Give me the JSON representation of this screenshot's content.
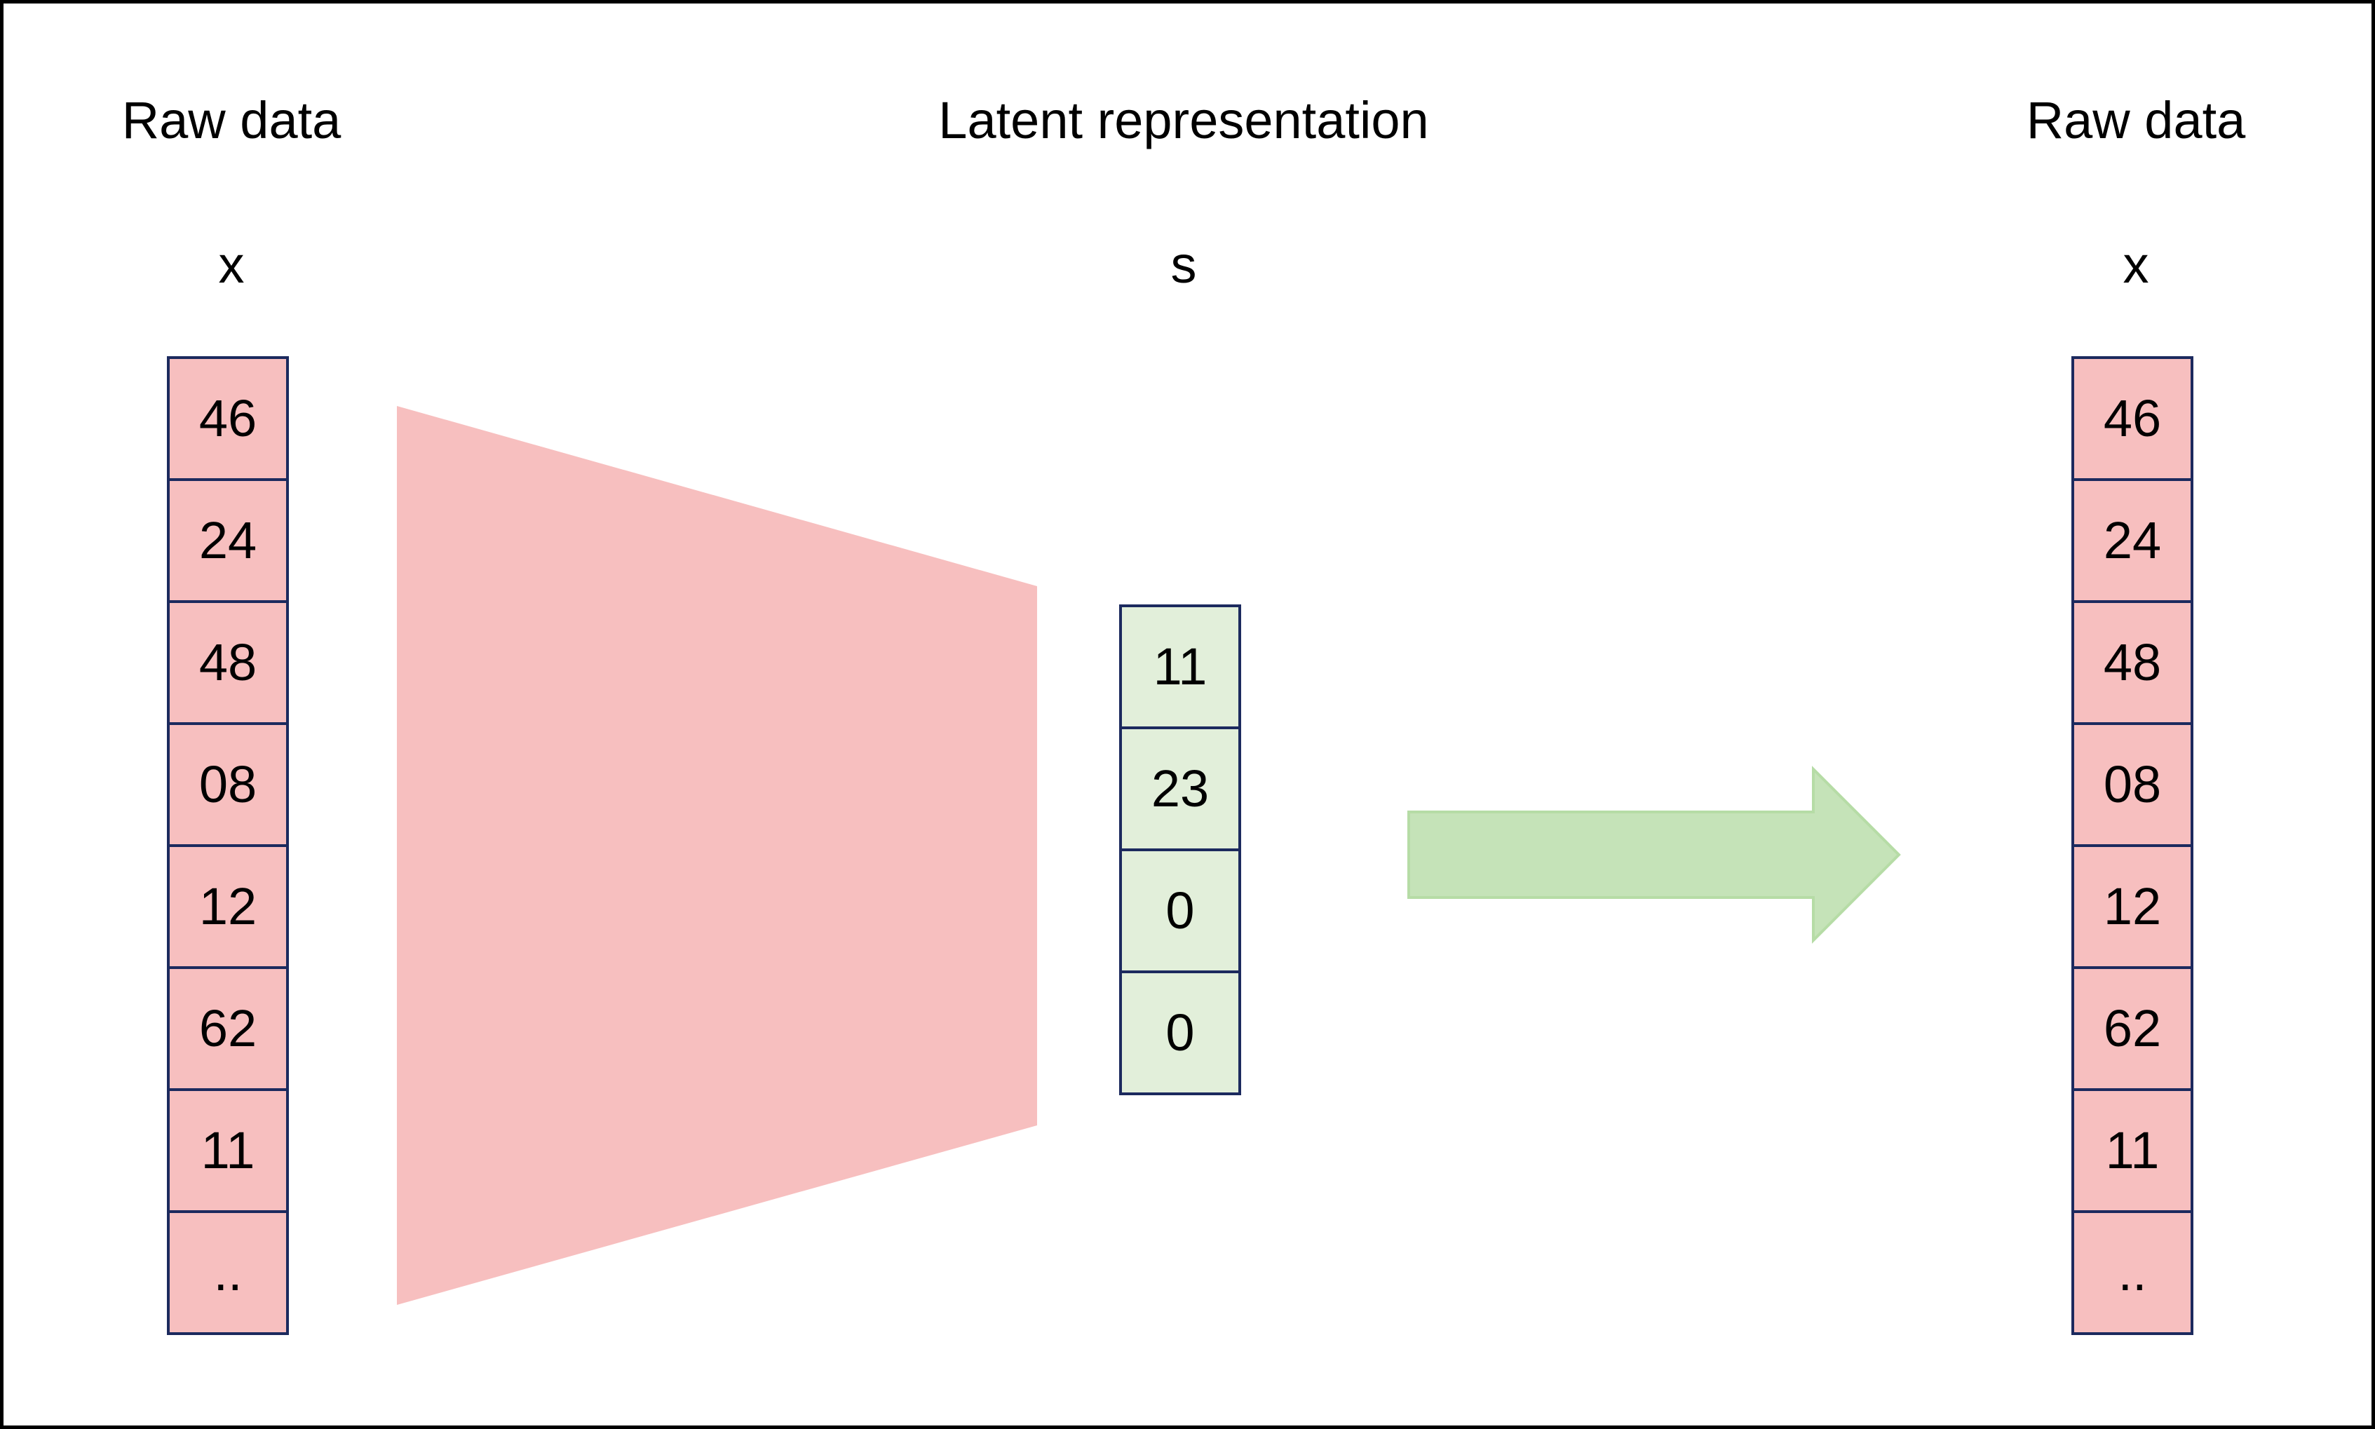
{
  "headings": {
    "input": "Raw data",
    "latent": "Latent representation",
    "output": "Raw data"
  },
  "variables": {
    "input": "x",
    "latent": "s",
    "output": "x"
  },
  "input_vector": [
    "46",
    "24",
    "48",
    "08",
    "12",
    "62",
    "11",
    ".."
  ],
  "latent_vector": [
    "11",
    "23",
    "0",
    "0"
  ],
  "output_vector": [
    "46",
    "24",
    "48",
    "08",
    "12",
    "62",
    "11",
    ".."
  ],
  "colors": {
    "raw_cell": "#f7bfbf",
    "latent_cell": "#e2efda",
    "encoder": "#f7bfbf",
    "arrow": "#c5e3b8",
    "cell_border": "#1c2a5e"
  }
}
